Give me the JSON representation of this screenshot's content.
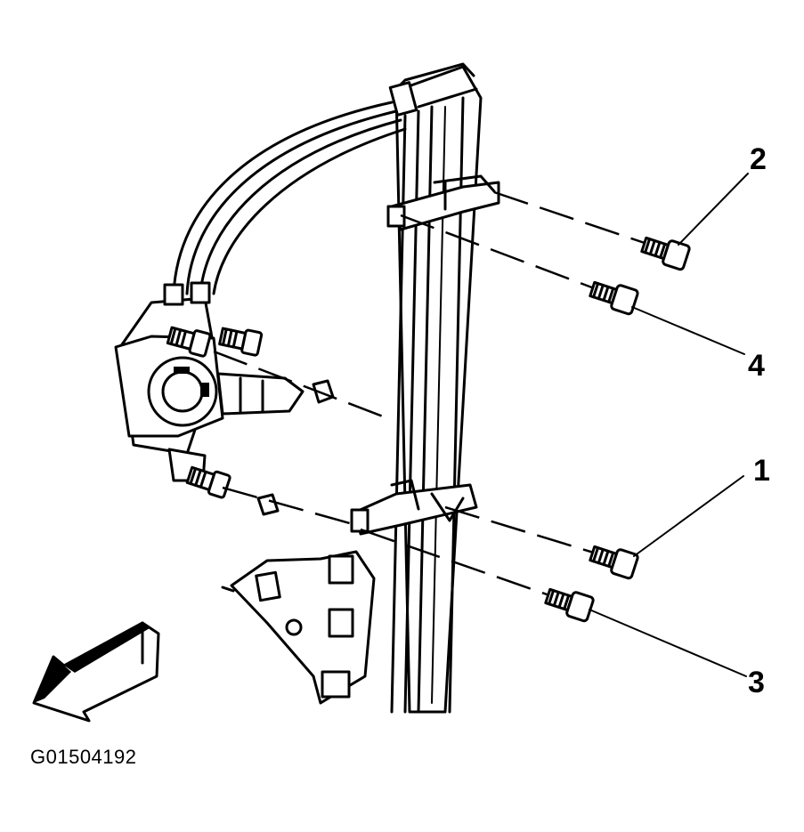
{
  "figure": {
    "code": "G01504192",
    "callouts": [
      {
        "id": "callout-2",
        "label": "2"
      },
      {
        "id": "callout-4",
        "label": "4"
      },
      {
        "id": "callout-1",
        "label": "1"
      },
      {
        "id": "callout-3",
        "label": "3"
      }
    ]
  },
  "colors": {
    "ink": "#000000",
    "background": "#ffffff"
  },
  "icons": [
    "front-direction-arrow-icon"
  ]
}
